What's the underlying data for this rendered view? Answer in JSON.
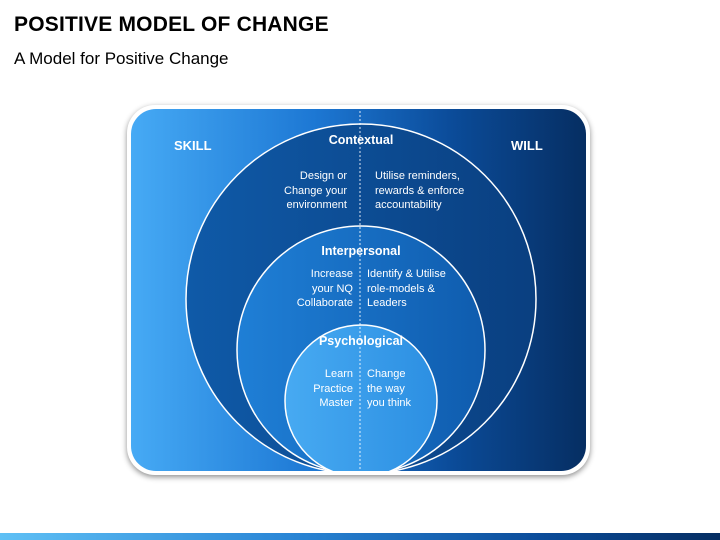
{
  "header": {
    "title": "POSITIVE MODEL OF CHANGE",
    "subtitle": "A Model for Positive Change"
  },
  "diagram": {
    "left_label": "SKILL",
    "right_label": "WILL",
    "levels": [
      {
        "name": "Contextual",
        "skill_text": [
          "Design or",
          "Change your",
          "environment"
        ],
        "will_text": [
          "Utilise reminders,",
          "rewards & enforce",
          "accountability"
        ]
      },
      {
        "name": "Interpersonal",
        "skill_text": [
          "Increase",
          "your NQ",
          "Collaborate"
        ],
        "will_text": [
          "Identify & Utilise",
          "role-models &",
          "Leaders"
        ]
      },
      {
        "name": "Psychological",
        "skill_text": [
          "Learn",
          "Practice",
          "Master"
        ],
        "will_text": [
          "Change",
          "the way",
          "you think"
        ]
      }
    ]
  }
}
